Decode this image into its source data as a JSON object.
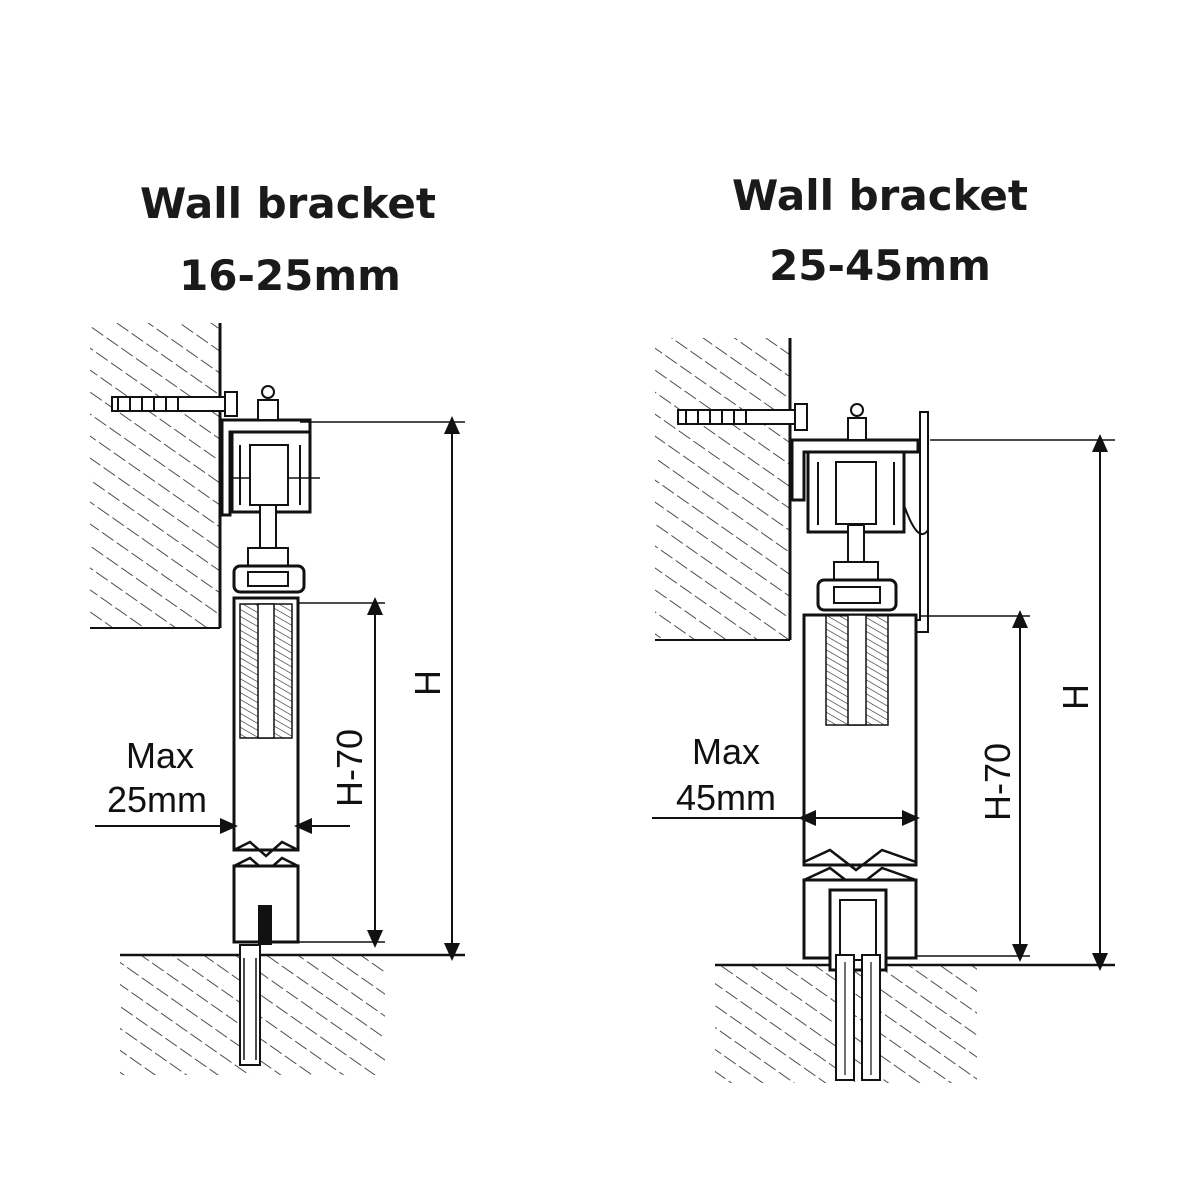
{
  "left": {
    "title_line1": "Wall bracket",
    "title_line2": "16-25mm",
    "max_label": "Max",
    "max_value": "25mm",
    "dim_full": "H",
    "dim_partial": "H-70"
  },
  "right": {
    "title_line1": "Wall bracket",
    "title_line2": "25-45mm",
    "max_label": "Max",
    "max_value": "45mm",
    "dim_full": "H",
    "dim_partial": "H-70"
  }
}
